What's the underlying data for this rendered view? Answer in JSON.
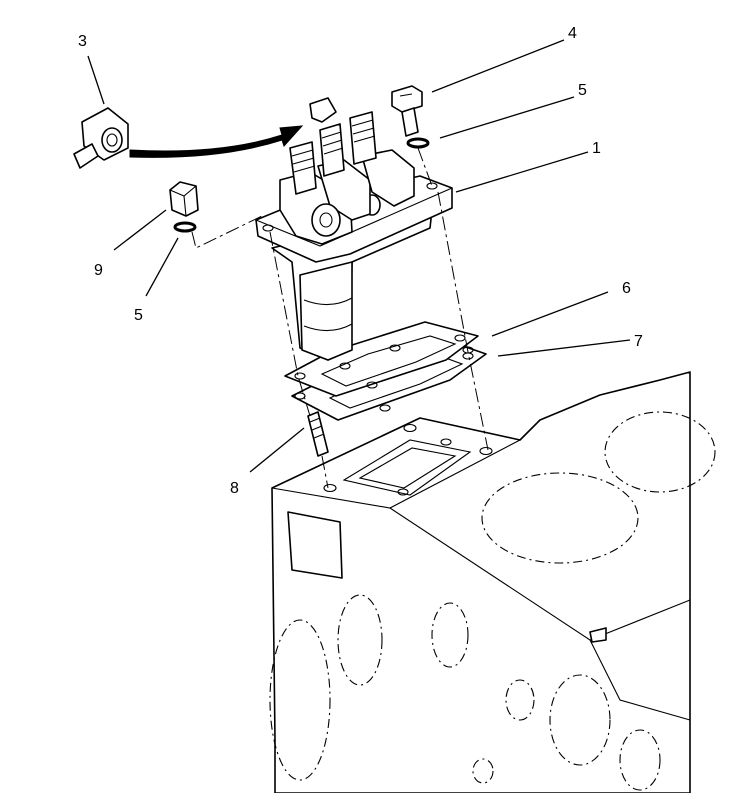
{
  "callouts": [
    {
      "id": "3",
      "text": "3"
    },
    {
      "id": "4",
      "text": "4"
    },
    {
      "id": "5a",
      "text": "5"
    },
    {
      "id": "1",
      "text": "1"
    },
    {
      "id": "9",
      "text": "9"
    },
    {
      "id": "5b",
      "text": "5"
    },
    {
      "id": "6",
      "text": "6"
    },
    {
      "id": "7",
      "text": "7"
    },
    {
      "id": "8",
      "text": "8"
    }
  ]
}
